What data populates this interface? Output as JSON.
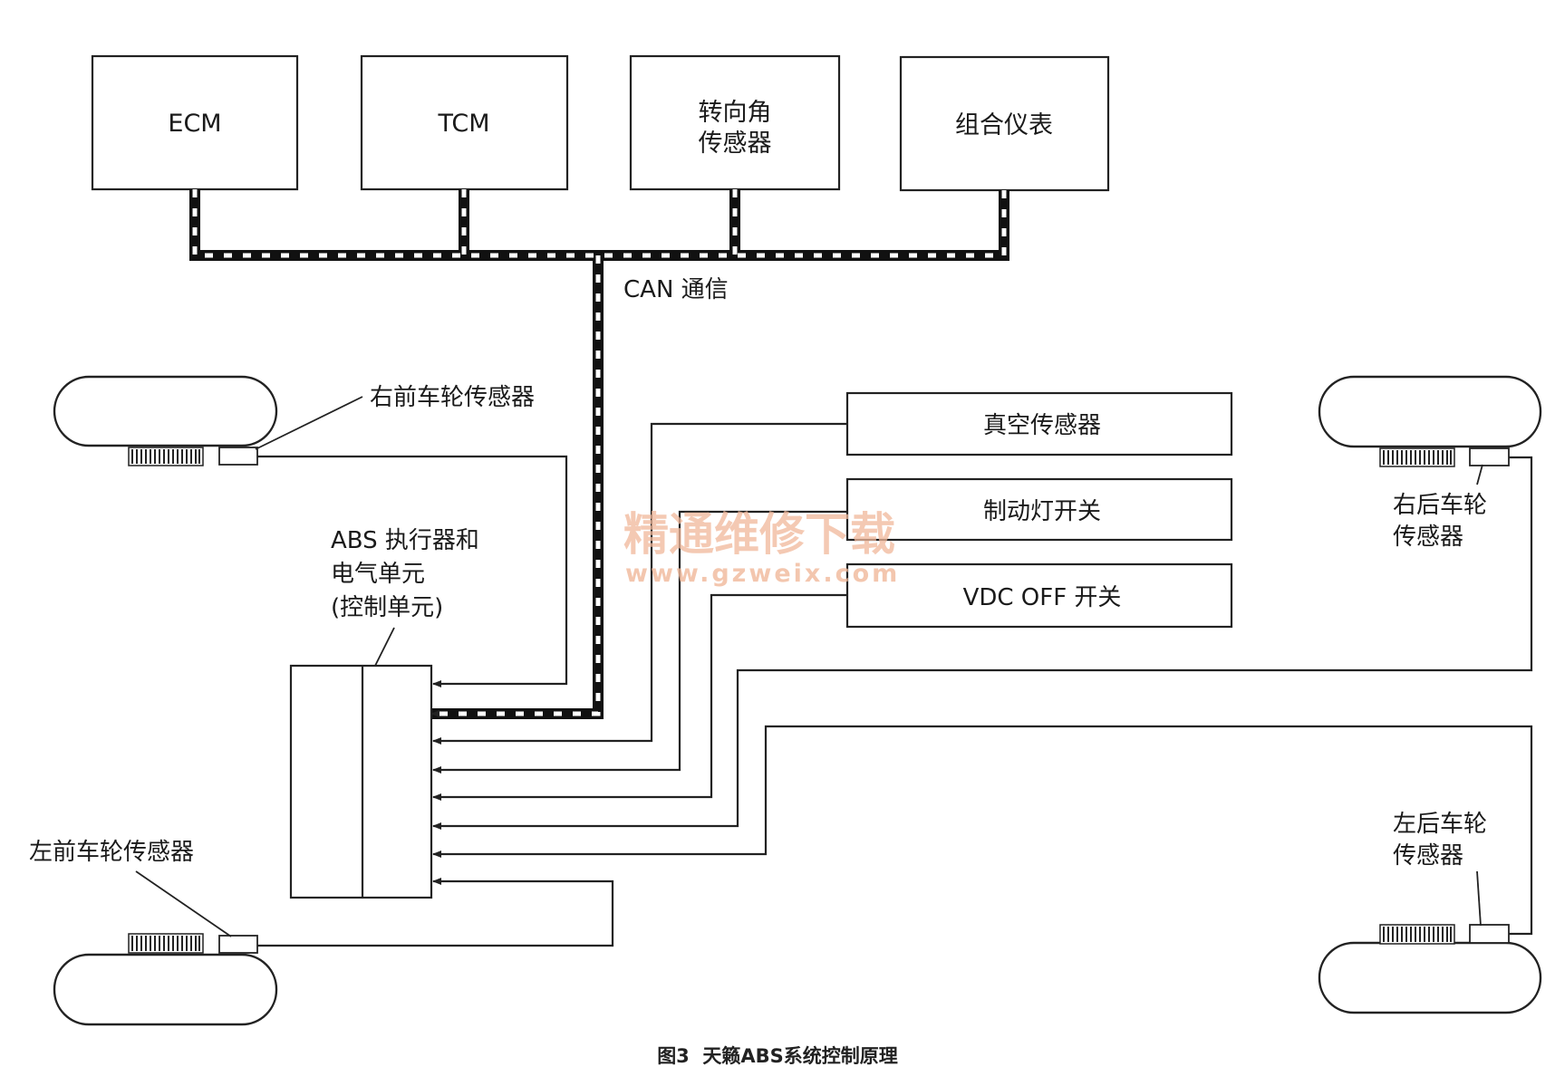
{
  "modules": {
    "ecm": "ECM",
    "tcm": "TCM",
    "steering_angle_sensor": [
      "转向角",
      "传感器"
    ],
    "combination_meter": "组合仪表"
  },
  "bus_label": "CAN 通信",
  "switches": {
    "vacuum_sensor": "真空传感器",
    "brake_light_switch": "制动灯开关",
    "vdc_off_switch": "VDC OFF 开关"
  },
  "abs_unit_label": [
    "ABS 执行器和",
    "电气单元",
    "(控制单元)"
  ],
  "wheel_sensors": {
    "front_right": "右前车轮传感器",
    "front_left": "左前车轮传感器",
    "rear_right": [
      "右后车轮",
      "传感器"
    ],
    "rear_left": [
      "左后车轮",
      "传感器"
    ]
  },
  "watermark": {
    "name": "精通维修下载",
    "url": "www.gzweix.com"
  },
  "caption": "图3  天籁ABS系统控制原理"
}
